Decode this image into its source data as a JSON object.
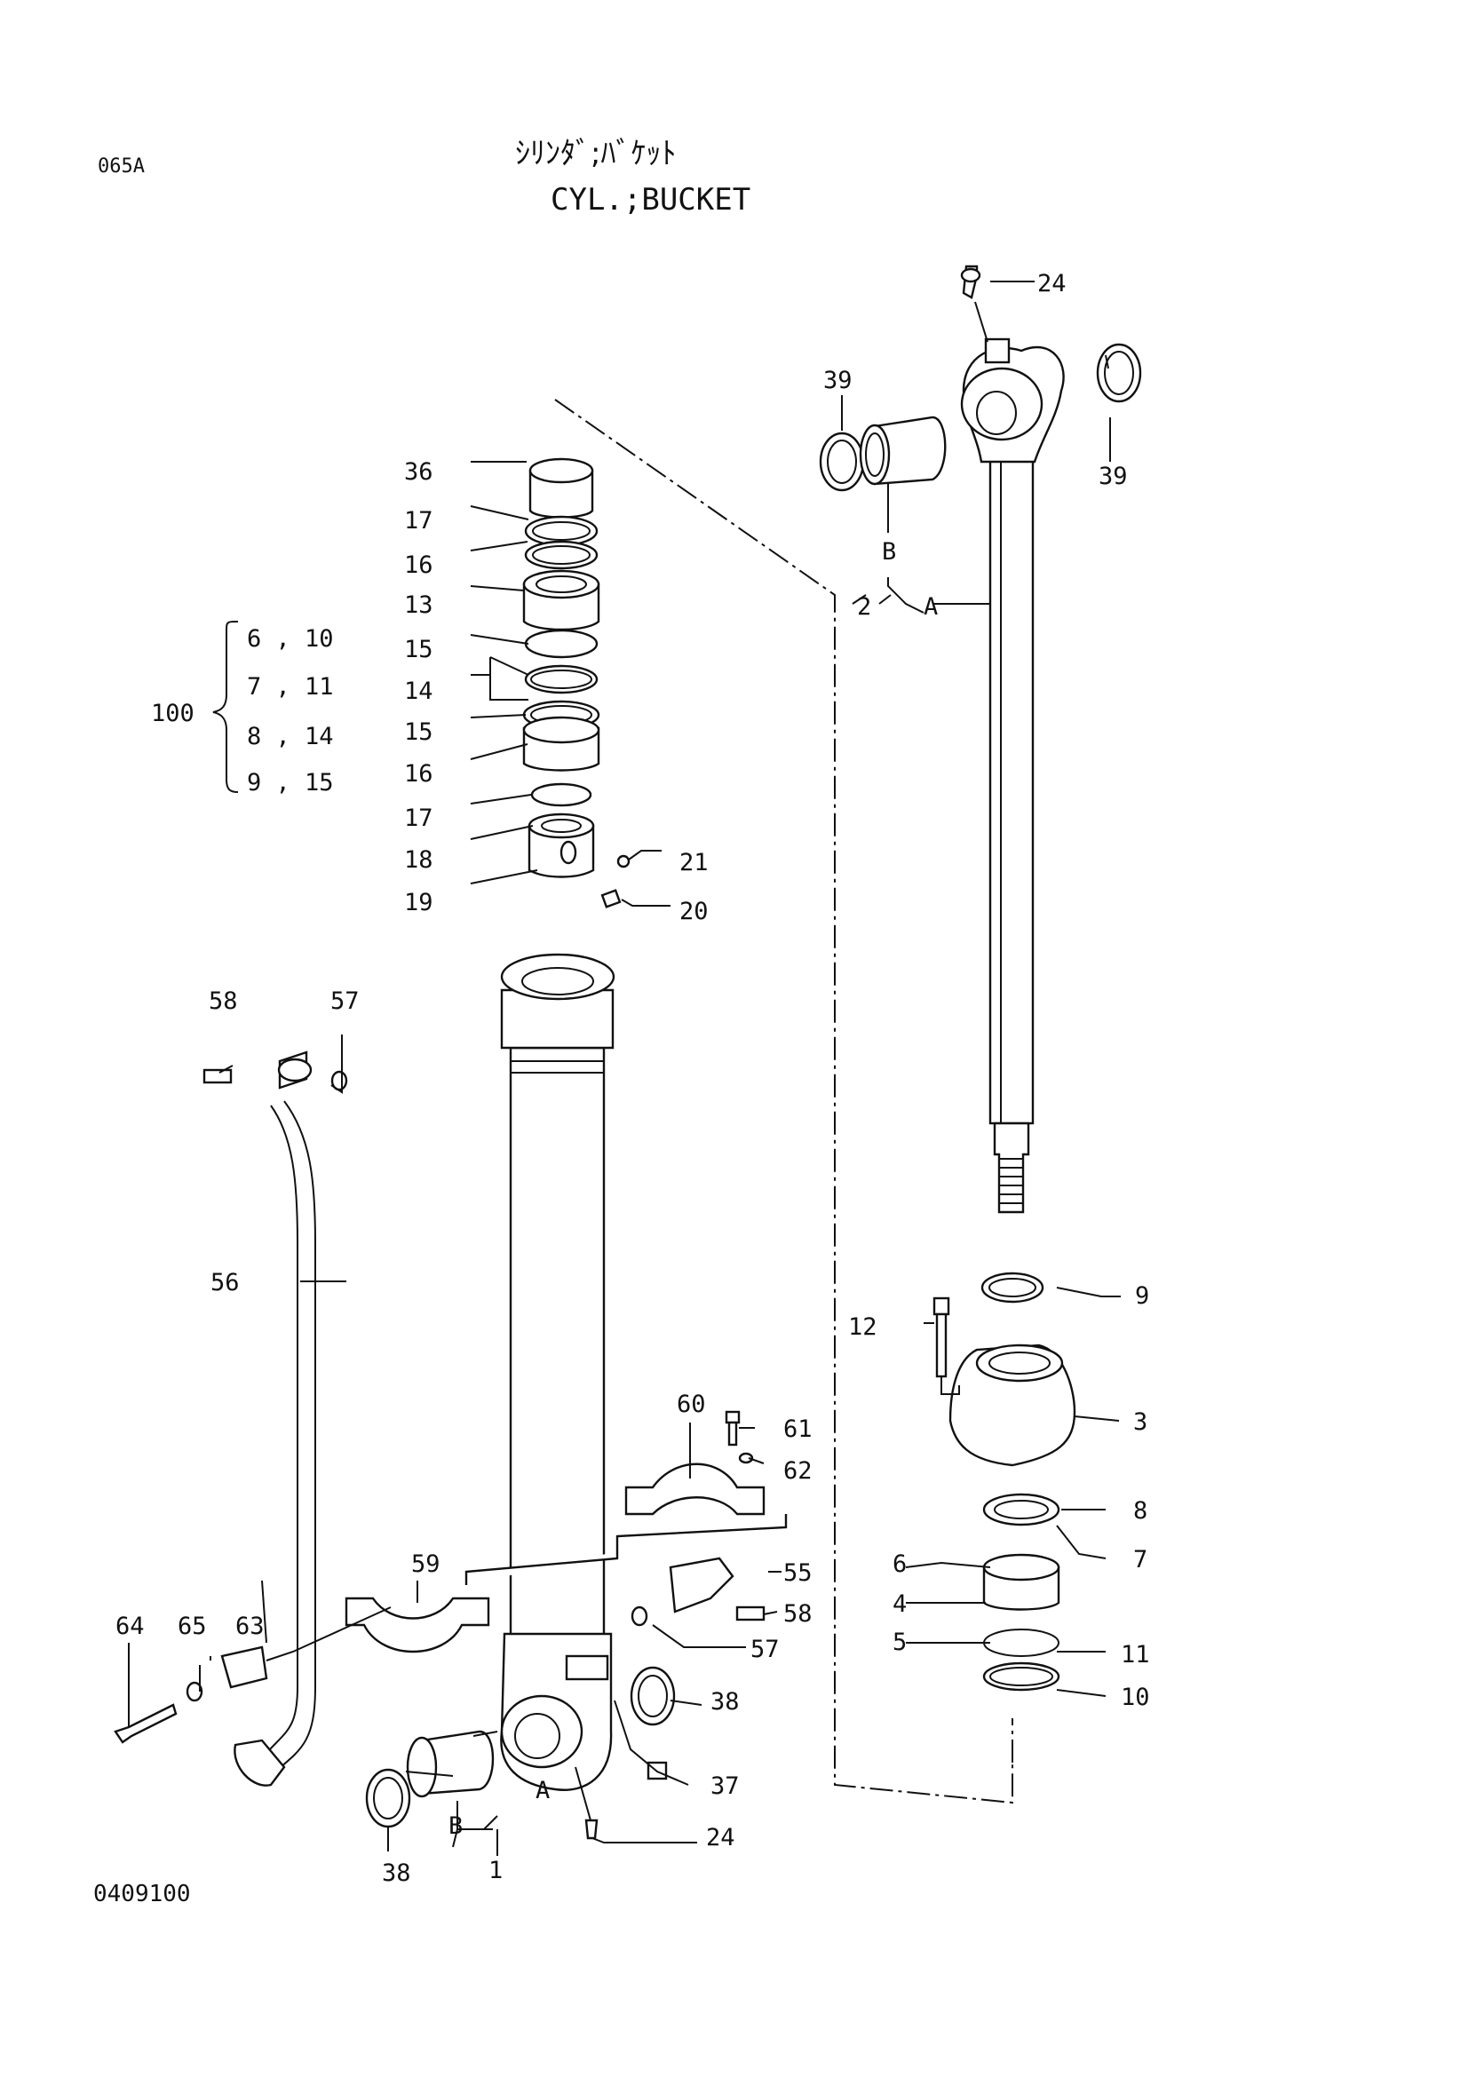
{
  "page_code": "065A",
  "title_jp": "ｼﾘﾝﾀﾞ;ﾊﾞｹｯﾄ",
  "title_en": "CYL.;BUCKET",
  "doc_number": "0409100",
  "kit": {
    "number": "100",
    "rows": [
      "6 , 10",
      "7 , 11",
      "8 , 14",
      "9 , 15"
    ]
  },
  "callouts": {
    "c24_top": "24",
    "c39_l": "39",
    "c39_r": "39",
    "cB_rod": "B",
    "c2": "2",
    "cA_rod": "A",
    "c36": "36",
    "c17a": "17",
    "c16a": "16",
    "c13": "13",
    "c15a": "15",
    "c14": "14",
    "c15b": "15",
    "c16b": "16",
    "c17b": "17",
    "c18": "18",
    "c19": "19",
    "c21": "21",
    "c20": "20",
    "c58a": "58",
    "c57a": "57",
    "c56": "56",
    "c60": "60",
    "c61": "61",
    "c62": "62",
    "c59": "59",
    "c55": "55",
    "c58b": "58",
    "c57b": "57",
    "c64": "64",
    "c65": "65",
    "c63": "63",
    "c38a": "38",
    "c37": "37",
    "c24b": "24",
    "c38b": "38",
    "cB_tube": "B",
    "cA_tube": "A",
    "c1": "1",
    "c9": "9",
    "c12": "12",
    "c3": "3",
    "c8": "8",
    "c7": "7",
    "c6": "6",
    "c4": "4",
    "c5": "5",
    "c11": "11",
    "c10": "10"
  }
}
